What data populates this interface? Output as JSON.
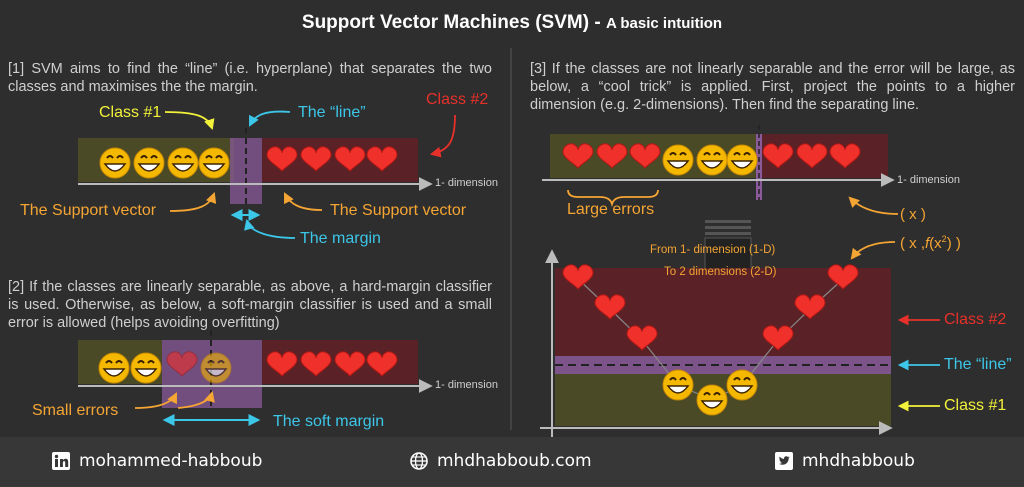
{
  "title": {
    "main": "Support Vector Machines (SVM) - ",
    "sub": "A basic intuition"
  },
  "panel1": {
    "text": "[1]  SVM aims to find the “line” (i.e. hyperplane) that separates the two classes and maximises the the margin.",
    "class1": "Class #1",
    "class2": "Class #2",
    "line": "The “line”",
    "axis": "1- dimension",
    "sv_left": "The Support vector",
    "sv_right": "The Support vector",
    "margin": "The margin"
  },
  "panel2": {
    "text": "[2] If the classes are linearly separable, as above, a hard-margin classifier is used. Otherwise, as below, a soft-margin classifier is used and a small error is allowed (helps avoiding overfitting)",
    "axis": "1- dimension",
    "small_errors": "Small errors",
    "soft_margin": "The soft margin"
  },
  "panel3": {
    "text": "[3]  If the classes are not linearly separable and the error will be large, as below,  a “cool trick” is applied. First, project the points to a higher dimension (e.g. 2-dimensions). Then find the separating line.",
    "axis": "1- dimension",
    "large_errors": "Large errors",
    "x_label": "( x )",
    "xf_label_pre": "( x ,",
    "xf_label_f": "f",
    "xf_label_arg": "(x",
    "xf_label_sup": "2",
    "xf_label_post": ") )",
    "from": "From 1- dimension (1-D)",
    "to": "To 2 dimensions (2-D)",
    "class2": "Class #2",
    "line": "The “line”",
    "class1": "Class #1"
  },
  "footer": {
    "linkedin": "mohammed-habboub",
    "web": "mhdhabboub.com",
    "twitter": "mhdhabboub"
  },
  "colors": {
    "class1_band": "#4a4a26",
    "class2_band": "#5a2226",
    "margin": "#8a5a9a",
    "heart": "#f0302a",
    "smiley": "#f5b800",
    "orange": "#f5a533",
    "cyan": "#3cc6e8",
    "yellow": "#f2f23a",
    "red": "#e8302a"
  },
  "icons": [
    "linkedin-icon",
    "globe-icon",
    "twitter-icon",
    "smiley-icon",
    "heart-icon"
  ]
}
